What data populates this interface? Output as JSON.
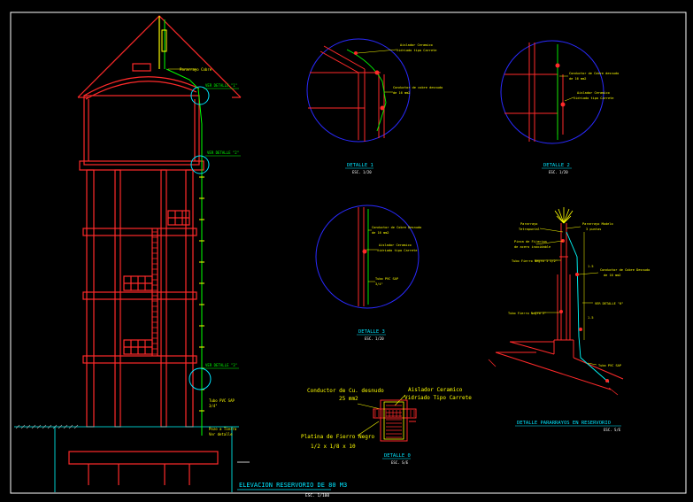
{
  "colors": {
    "background": "#000000",
    "structure": "#ff2a2a",
    "detail_circle": "#2a2aff",
    "callout": "#00ff00",
    "title": "#00e5ff",
    "note": "#ffff00",
    "sheet_border": "#ffffff",
    "ground": "#00ffff"
  },
  "elevation": {
    "title": "ELEVACION RESERVORIO DE 80 M3",
    "scale": "ESC. 1/100",
    "callout_top": "VER DETALLE \"1\"",
    "callout_mid": "VER DETALLE \"2\"",
    "callout_low": "VER DETALLE \"3\"",
    "note_left_top": "Pararrayo Cobre",
    "note_bottom_1": "Tubo PVC SAP",
    "note_bottom_2": "3/4\"",
    "note_ground_1": "Pozo a Tierra",
    "note_ground_2": "Ver detalle"
  },
  "detail_1": {
    "title": "DETALLE  1",
    "scale": "ESC. 1/20",
    "note_a": "Aislador Ceramico",
    "note_b": "Vidriado tipo Carrete",
    "note_c": "Conductor de cobre desnudo",
    "note_d": "de 16 mm2"
  },
  "detail_2": {
    "title": "DETALLE  2",
    "scale": "ESC. 1/20",
    "note_a": "Conductor de Cobre desnudo",
    "note_b": "de 16 mm2",
    "note_c": "Aislador Ceramico",
    "note_d": "Vidriado tipo Carrete"
  },
  "detail_3": {
    "title": "DETALLE  3",
    "scale": "ESC. 1/20",
    "note_a": "Conductor de Cobre Desnudo",
    "note_b": "de 16 mm2",
    "note_c": "Aislador Ceramico",
    "note_d": "Vidriado tipo Carrete",
    "note_e": "Tubo PVC SAP",
    "note_f": "3/4\""
  },
  "detail_0": {
    "label_conductor_1": "Conductor de Cu. desnudo",
    "label_conductor_2": "25 mm2",
    "label_insulator_1": "Aislador Ceramico",
    "label_insulator_2": "Vidriado Tipo Carrete",
    "label_plate_1": "Platina de Fierro Negro",
    "label_plate_2": "1/2 x 1/8 x 10",
    "title": "DETALLE  0",
    "scale": "ESC. S/E"
  },
  "detail_pararrayos": {
    "title": "DETALLE  PARARRAYOS EN RESERVORIO",
    "scale": "ESC. S/E",
    "note_a": "Pararrayo",
    "note_b": "Tetrapuntal",
    "note_c": "Pararrayo Modelo",
    "note_d": "3 puntas",
    "note_e": "Pieza de Fijacion",
    "note_f": "de acero inoxidable",
    "note_g": "Tubo Fierro Negro 1 1/2\"",
    "note_h": "Conductor de Cobre Desnudo",
    "note_i": "de 16 mm2",
    "note_j": "VER DETALLE \"0\"",
    "note_k": "Tubo Fierro Negro 2\"",
    "note_l": "Tubo PVC SAP",
    "dim_1": "1.5",
    "dim_2": "1.5"
  }
}
